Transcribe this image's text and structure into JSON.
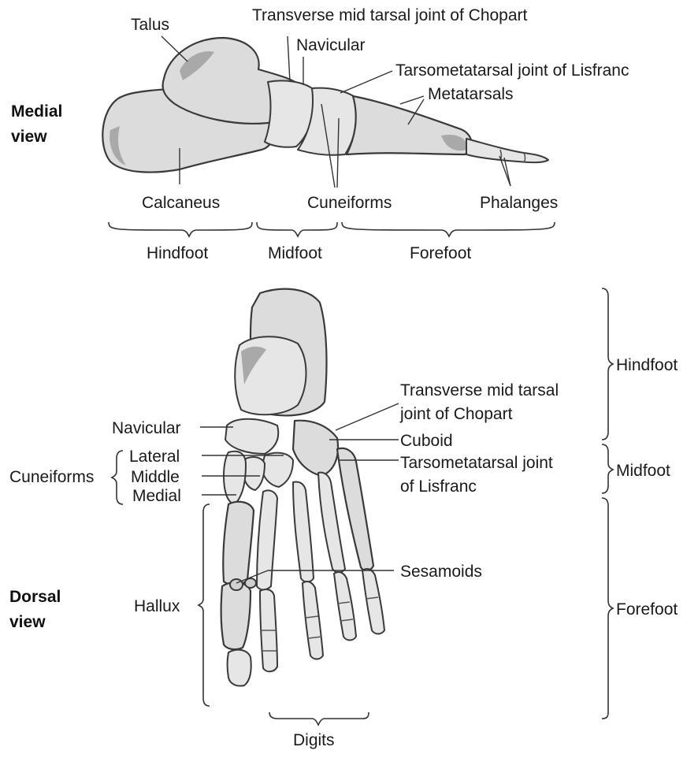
{
  "medial": {
    "view_title": [
      "Medial",
      "view"
    ],
    "labels": {
      "talus": "Talus",
      "chopart": "Transverse mid tarsal joint of Chopart",
      "navicular": "Navicular",
      "lisfranc": "Tarsometatarsal joint of Lisfranc",
      "metatarsals": "Metatarsals",
      "calcaneus": "Calcaneus",
      "cuneiforms": "Cuneiforms",
      "phalanges": "Phalanges"
    },
    "regions": {
      "hindfoot": "Hindfoot",
      "midfoot": "Midfoot",
      "forefoot": "Forefoot"
    }
  },
  "dorsal": {
    "view_title": [
      "Dorsal",
      "view"
    ],
    "labels": {
      "chopart_1": "Transverse mid tarsal",
      "chopart_2": "joint of Chopart",
      "navicular": "Navicular",
      "cuboid": "Cuboid",
      "lisfranc_1": "Tarsometatarsal joint",
      "lisfranc_2": "of Lisfranc",
      "cuneiforms": "Cuneiforms",
      "lateral": "Lateral",
      "middle": "Middle",
      "medial": "Medial",
      "sesamoids": "Sesamoids",
      "hallux": "Hallux",
      "digits": "Digits"
    },
    "regions": {
      "hindfoot": "Hindfoot",
      "midfoot": "Midfoot",
      "forefoot": "Forefoot"
    }
  },
  "colors": {
    "bone_fill": "#dcdcdc",
    "bone_shadow": "#a9a9a9",
    "outline": "#3a3a3a",
    "text": "#1a1a1a"
  }
}
